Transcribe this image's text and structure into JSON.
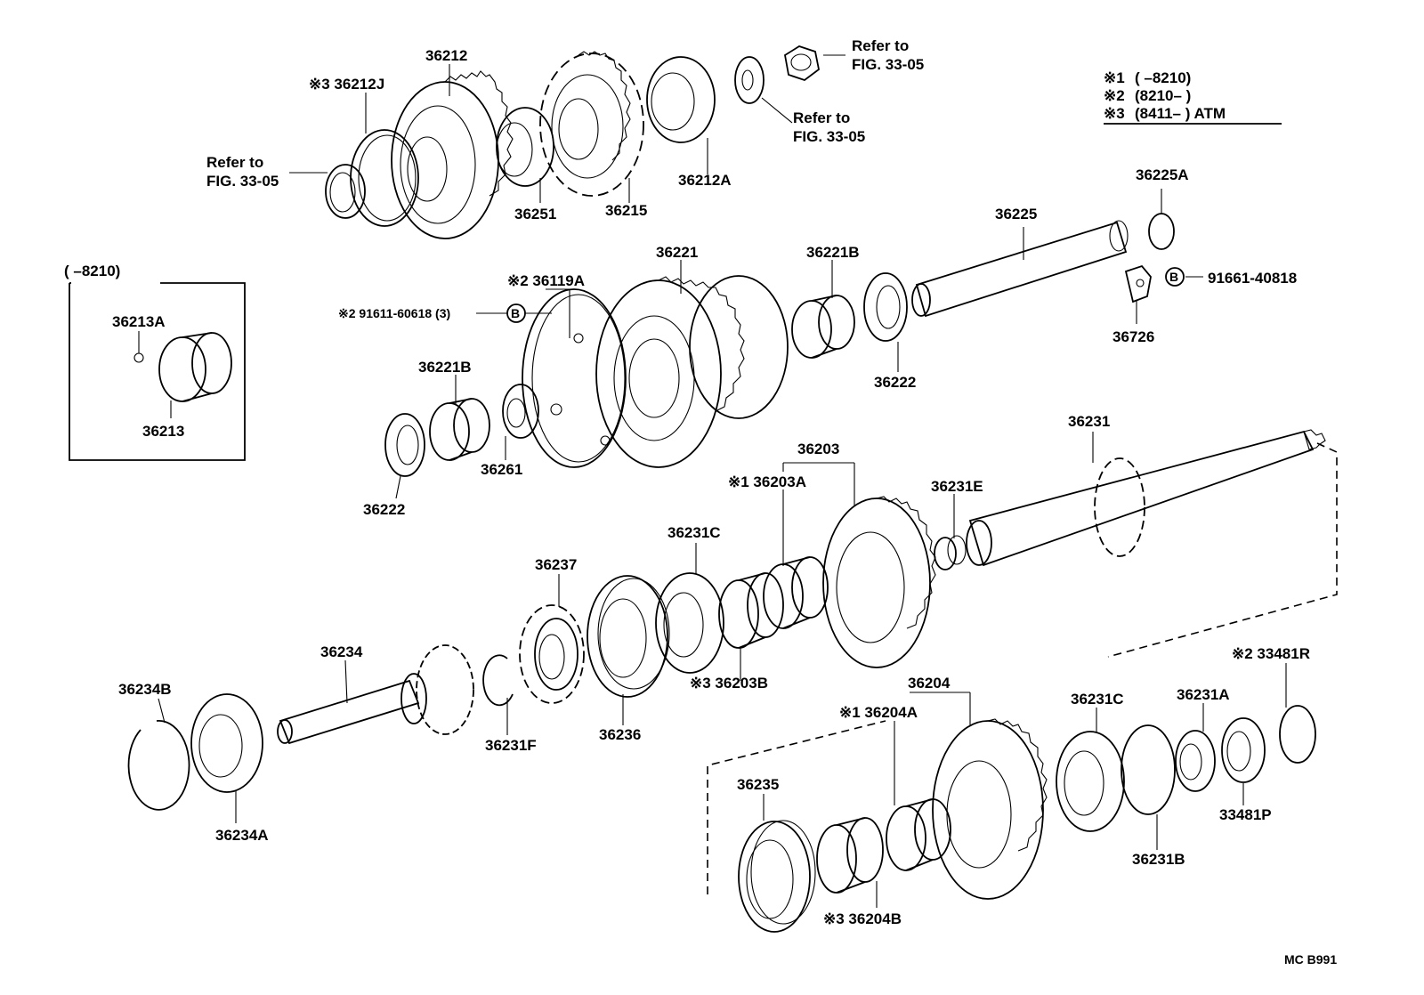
{
  "legend": {
    "line1_mark": "※1",
    "line1_text": "(     –8210)",
    "line2_mark": "※2",
    "line2_text": "(8210–       )",
    "line3_mark": "※3",
    "line3_text": "(8411–       ) ATM"
  },
  "inset": {
    "title": "(      –8210)",
    "part_a": "36213A",
    "part_b": "36213"
  },
  "refs": {
    "refer_to": "Refer to",
    "fig": "FIG. 33-05"
  },
  "bolt_symbol": "B",
  "parts": {
    "p36212": "36212",
    "p36212J": "※3 36212J",
    "p36251": "36251",
    "p36215": "36215",
    "p36212A": "36212A",
    "p36225A": "36225A",
    "p36225": "36225",
    "p91661": "91661-40818",
    "p36726": "36726",
    "p36221": "36221",
    "p36221B_top": "36221B",
    "p36119A": "※2 36119A",
    "p91611": "※2 91611-60618 (3)",
    "p36221B_left": "36221B",
    "p36222_right": "36222",
    "p36222_left": "36222",
    "p36261": "36261",
    "p36203": "36203",
    "p36203A": "※1 36203A",
    "p36231": "36231",
    "p36231E": "36231E",
    "p36231C_mid": "36231C",
    "p36237": "36237",
    "p36203B": "※3 36203B",
    "p36236": "36236",
    "p36234": "36234",
    "p36231F": "36231F",
    "p36234B": "36234B",
    "p36234A": "36234A",
    "p33481R": "※2 33481R",
    "p36204": "36204",
    "p36204A": "※1 36204A",
    "p36231C_right": "36231C",
    "p36231A": "36231A",
    "p33481P": "33481P",
    "p36231B": "36231B",
    "p36235": "36235",
    "p36204B": "※3 36204B"
  },
  "footer_code": "MC B991"
}
